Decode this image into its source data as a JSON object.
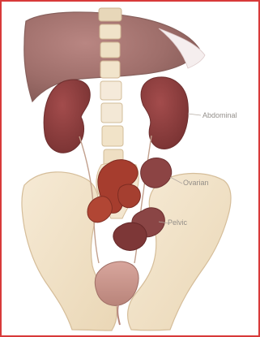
{
  "diagram": {
    "labels": {
      "abdominal": "Abdominal",
      "ovary": "Ovarian",
      "pelvic": "Pelvic"
    },
    "colors": {
      "frame": "#d83a3a",
      "liver": "#9e6e6a",
      "kidney": "#8b3f3f",
      "bone": "#f1e2c6",
      "bone_outline": "#d5bd99",
      "organ_red": "#a33b2b",
      "bladder": "#c79188",
      "leader_line": "#b7aea6",
      "text": "#8f8a85"
    }
  }
}
